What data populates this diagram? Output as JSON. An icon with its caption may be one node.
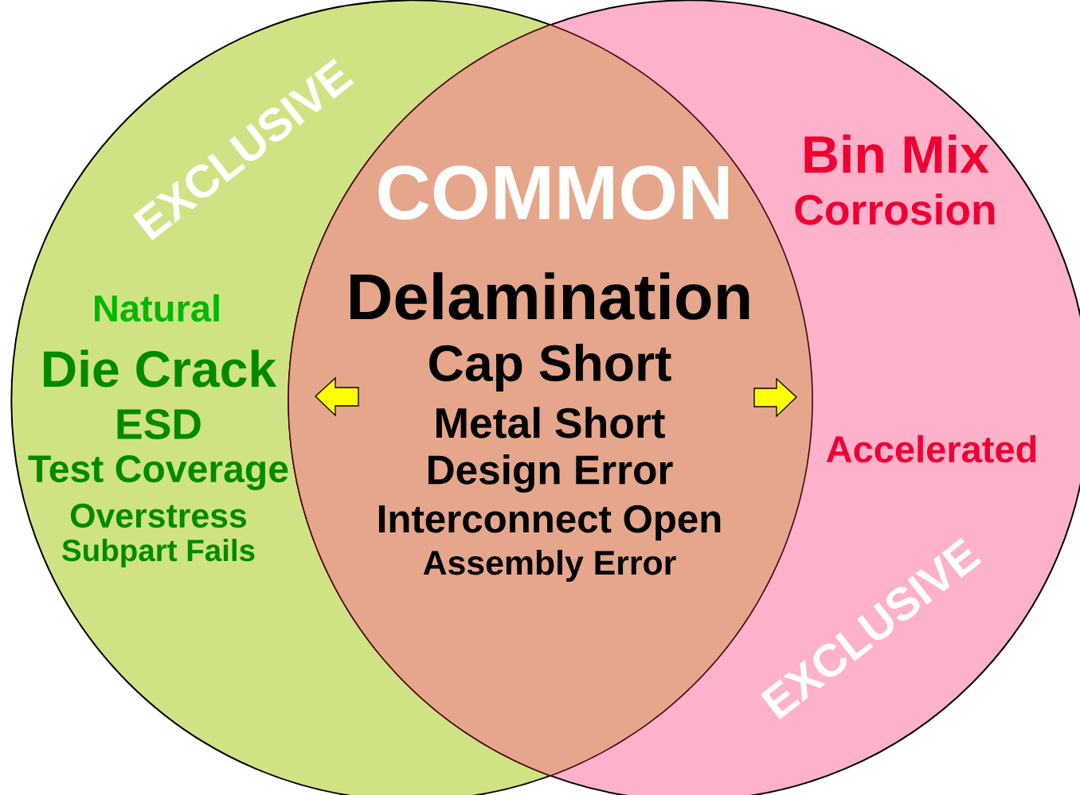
{
  "diagram": {
    "nodes": [
      {
        "text": [
          "EXCLUSIVE",
          "Natural",
          "Die Crack",
          "ESD",
          "Test Coverage",
          "Overstress",
          "Subpart Fails"
        ]
      },
      {
        "text": [
          "Bin Mix",
          "Corrosion",
          "Accelerated",
          "EXCLUSIVE"
        ]
      },
      {
        "text": [
          "COMMON",
          "Delamination",
          "Cap Short",
          "Metal Short",
          "Design Error",
          "Interconnect Open",
          "Assembly Error"
        ]
      }
    ]
  }
}
